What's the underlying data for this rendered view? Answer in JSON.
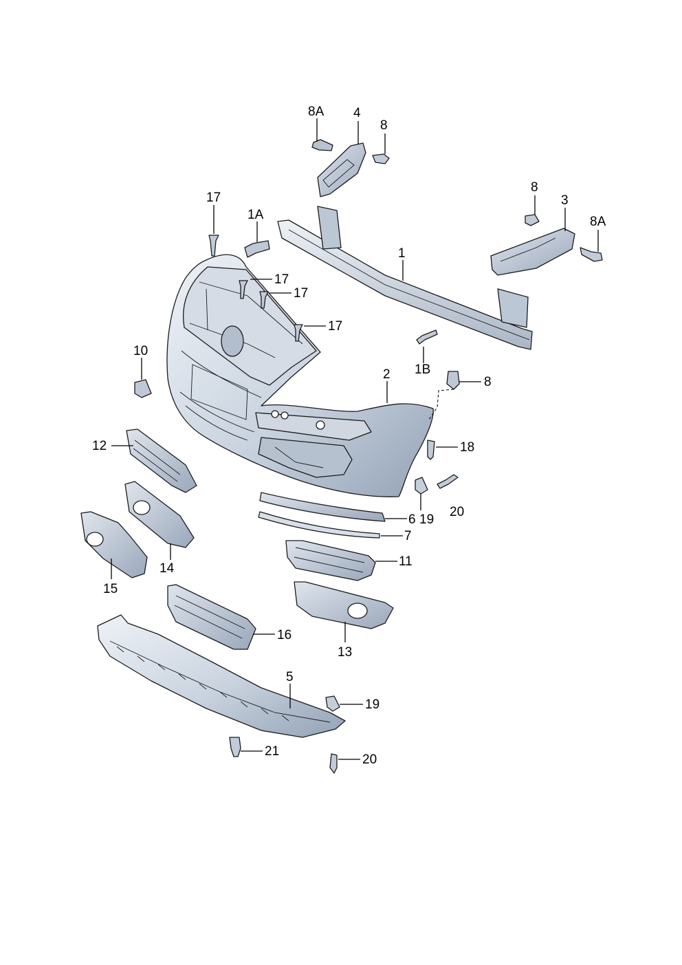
{
  "parts": {
    "p1": "1",
    "p1A": "1A",
    "p1B": "1B",
    "p2": "2",
    "p3": "3",
    "p4": "4",
    "p5": "5",
    "p6": "6",
    "p7": "7",
    "p8a": "8",
    "p8b": "8",
    "p8c": "8",
    "p8A_top": "8A",
    "p8A_right": "8A",
    "p10": "10",
    "p11": "11",
    "p12": "12",
    "p13": "13",
    "p14": "14",
    "p15": "15",
    "p16": "16",
    "p17a": "17",
    "p17b": "17",
    "p17c": "17",
    "p17d": "17",
    "p18": "18",
    "p19a": "19",
    "p19b": "19",
    "p20a": "20",
    "p20b": "20",
    "p21": "21"
  },
  "colors": {
    "part_fill_light": "#e4e9f0",
    "part_fill_mid": "#c5cfdc",
    "part_fill_dark": "#8f9db0",
    "outline": "#1a1a1a"
  }
}
